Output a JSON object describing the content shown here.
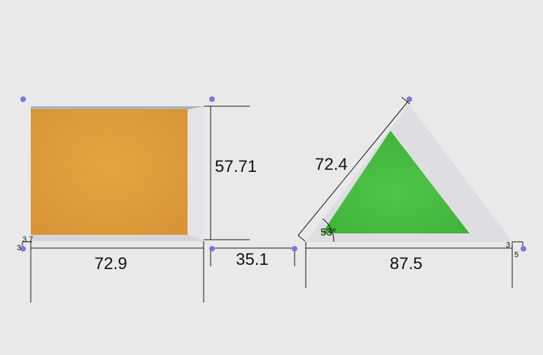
{
  "colors": {
    "background": "#e9e9e9",
    "rectangle_fill": "#e3a23f",
    "triangle_fill": "#4bbf42",
    "frame": "#d6d6dc",
    "dimension_line": "#111111",
    "marker_dot": "#7b78d6"
  },
  "dimensions": {
    "rect_width": "72.9",
    "rect_height": "57.71",
    "gap": "35.1",
    "tri_base": "87.5",
    "tri_side": "72.4",
    "tri_angle": "53°",
    "rect_corner_a": "3.7",
    "rect_corner_b": "3",
    "tri_corner_a": "3",
    "tri_corner_b": "5"
  }
}
